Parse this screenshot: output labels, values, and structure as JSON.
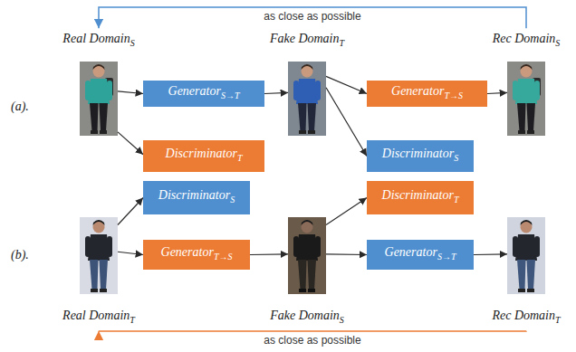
{
  "diagram": {
    "nodes": [
      {
        "text": [
          "Real Domain",
          "S"
        ]
      },
      {
        "text": [
          "Fake Domain",
          "T"
        ]
      },
      {
        "text": [
          "Rec Domain",
          "S"
        ]
      },
      {
        "text": [
          "Generator",
          "S→T"
        ]
      },
      {
        "text": [
          "Generator",
          "T→S"
        ]
      },
      {
        "text": [
          "Discriminator",
          "T"
        ]
      },
      {
        "text": [
          "Discriminator",
          "S"
        ]
      },
      {
        "text": [
          "Discriminator",
          "S"
        ]
      },
      {
        "text": [
          "Discriminator",
          "T"
        ]
      },
      {
        "text": [
          "Generator",
          "T→S"
        ]
      },
      {
        "text": [
          "Generator",
          "S→T"
        ]
      },
      {
        "text": [
          "Real Domain",
          "T"
        ]
      },
      {
        "text": [
          "Fake Domain",
          "S"
        ]
      },
      {
        "text": [
          "Rec Domain",
          "T"
        ]
      }
    ],
    "edges": [
      {
        "from": 0,
        "to": 3,
        "arrow": "to"
      },
      {
        "from": 0,
        "to": 5,
        "arrow": "to"
      },
      {
        "from": 3,
        "to": 1,
        "arrow": "to"
      },
      {
        "from": 1,
        "to": 4,
        "arrow": "to"
      },
      {
        "from": 1,
        "to": 6,
        "arrow": "to"
      },
      {
        "from": 4,
        "to": 2,
        "arrow": "to"
      },
      {
        "from": 2,
        "to": 0,
        "label": "as close as possible",
        "arrow": "to"
      },
      {
        "from": 11,
        "to": 7,
        "arrow": "to"
      },
      {
        "from": 11,
        "to": 9,
        "arrow": "to"
      },
      {
        "from": 9,
        "to": 12,
        "arrow": "to"
      },
      {
        "from": 12,
        "to": 8,
        "arrow": "to"
      },
      {
        "from": 12,
        "to": 10,
        "arrow": "to"
      },
      {
        "from": 10,
        "to": 13,
        "arrow": "to"
      },
      {
        "from": 13,
        "to": 11,
        "label": "as close as possible",
        "arrow": "to"
      }
    ],
    "labels": [
      "(a).",
      "(b)."
    ]
  }
}
